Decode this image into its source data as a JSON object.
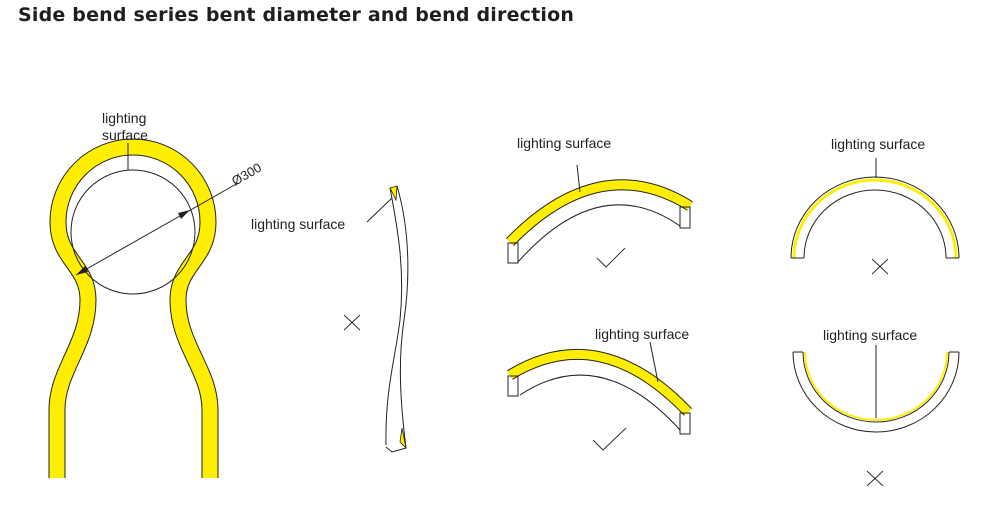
{
  "title": "Side bend series bent diameter and bend direction",
  "labels": {
    "loop_label": "lighting\nsurface",
    "diameter": "Ø300",
    "twist_label": "lighting surface",
    "arc_top_label": "lighting surface",
    "arc_bottom_label": "lighting surface",
    "semi_top_label": "lighting surface",
    "semi_bottom_label": "lighting surface"
  },
  "marks": {
    "twist": "wrong",
    "arc_top": "correct",
    "arc_bottom": "correct",
    "semi_top": "wrong",
    "semi_bottom": "wrong"
  },
  "colors": {
    "lighting_yellow": "#ffee00",
    "line": "#222222"
  }
}
